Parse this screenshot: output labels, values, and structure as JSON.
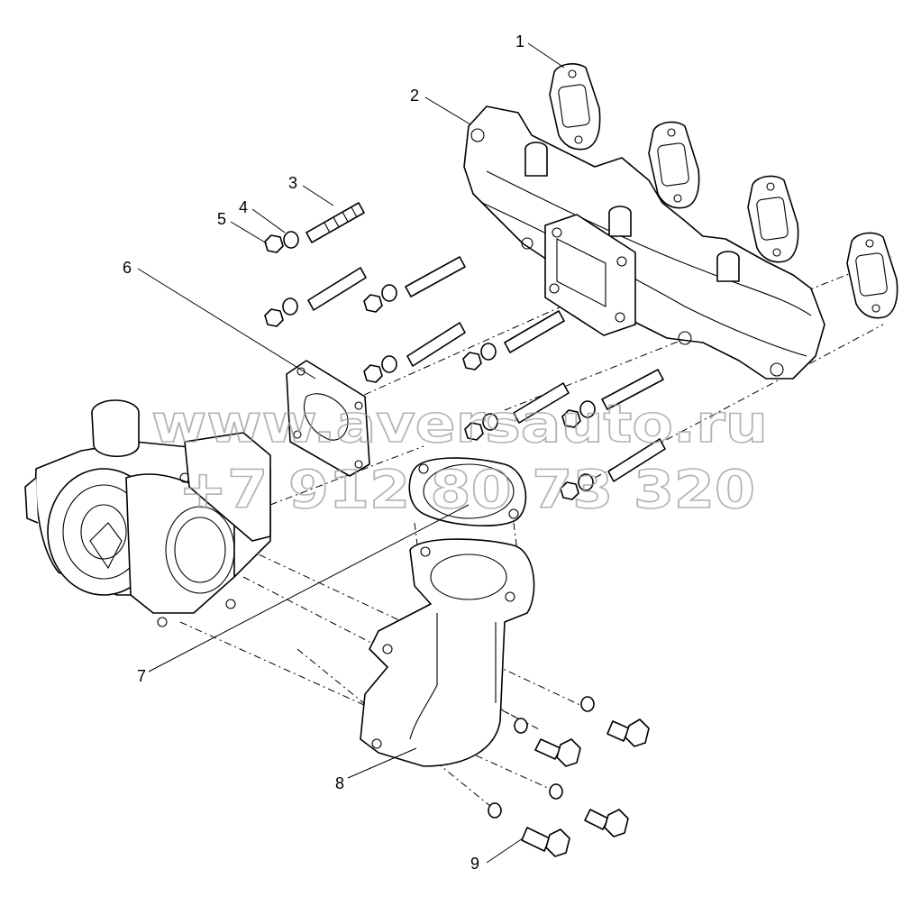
{
  "callouts": {
    "c1": "1",
    "c2": "2",
    "c3": "3",
    "c4": "4",
    "c5": "5",
    "c6": "6",
    "c7": "7",
    "c8": "8",
    "c9": "9"
  },
  "watermark": {
    "site": "www.aversauto.ru",
    "phone": "+7 912 80 73 320"
  }
}
